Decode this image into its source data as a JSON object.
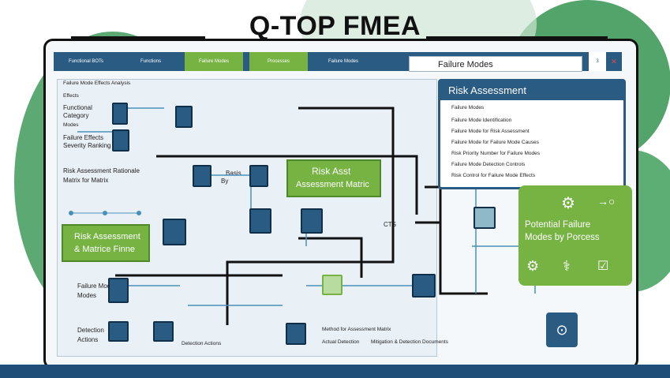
{
  "title": "Q-TOP FMEA",
  "tabs": [
    "Functional BOTs",
    "Functions",
    "Failure Modes",
    "Processes",
    "Failure Modes"
  ],
  "failure_modes_field": "Failure Modes",
  "tab_badge": "3",
  "risk_panel": {
    "title": "Risk Assessment",
    "rows": [
      "Failure Modes",
      "Failure Mode Identification",
      "Failure Mode for Risk Assessment",
      "Failure Mode for Failure Mode Causes",
      "Risk Priority Number for Failure Modes",
      "Failure Mode Detection Controls",
      "Risk Control for Failure Mode Effects"
    ]
  },
  "left_labels": {
    "header": "Failure Mode Effects Analysis",
    "section": "Effects",
    "functional": [
      "Functional",
      "Category"
    ],
    "modes": "Modes",
    "risk_based": [
      "Failure Effects",
      "Severity Ranking"
    ],
    "risk_matrix": [
      "Risk Assessment Rationale",
      "Matrix for Matrix"
    ],
    "mode_items": [
      "Failure Modes",
      "Modes"
    ],
    "detect_items": [
      "Detection",
      "Actions"
    ],
    "bottom_caption": "Detection Actions"
  },
  "green_left_box": [
    "Risk Assessment",
    "& Matrice Finne"
  ],
  "center_green_box": [
    "Risk Asst",
    "Assessment Matric"
  ],
  "by_labels": [
    "Basis",
    "By"
  ],
  "cts_label": "CTS",
  "bottom_captions": [
    "Method for Assessment Matrix",
    "Actual Detection",
    "Mitigation & Detection Documents"
  ],
  "potential_box": [
    "Potential Failure",
    "Modes by Porcess"
  ],
  "colors": {
    "navy": "#2a5b83",
    "green": "#76b342",
    "blob_green": "#3f9a5a"
  },
  "icons": [
    "gear-icon",
    "network-icon",
    "arrow-right-icon",
    "medical-icon",
    "lock-icon",
    "check-icon"
  ]
}
